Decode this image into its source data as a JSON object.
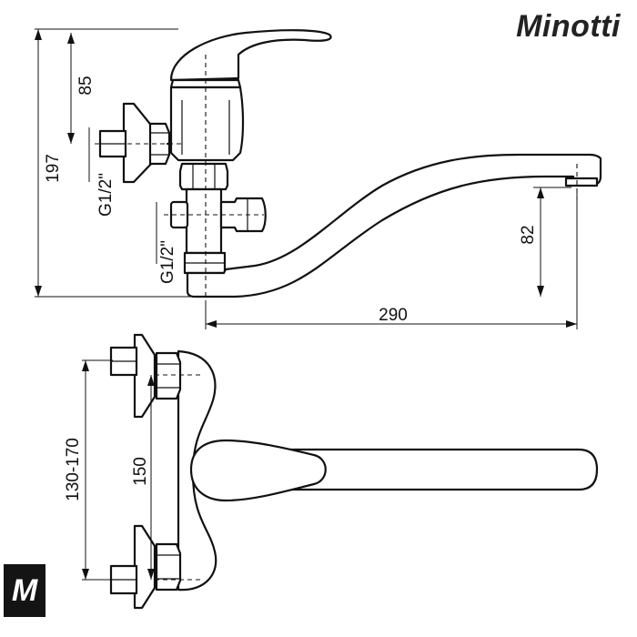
{
  "brand": {
    "name": "Minotti",
    "badge_letter": "M"
  },
  "dimensions": {
    "total_height": "197",
    "lever_height": "85",
    "thread_top": "G1/2\"",
    "thread_bottom": "G1/2\"",
    "spout_height": "82",
    "spout_reach": "290",
    "inlet_range": "130-170",
    "inlet_spacing": "150"
  }
}
